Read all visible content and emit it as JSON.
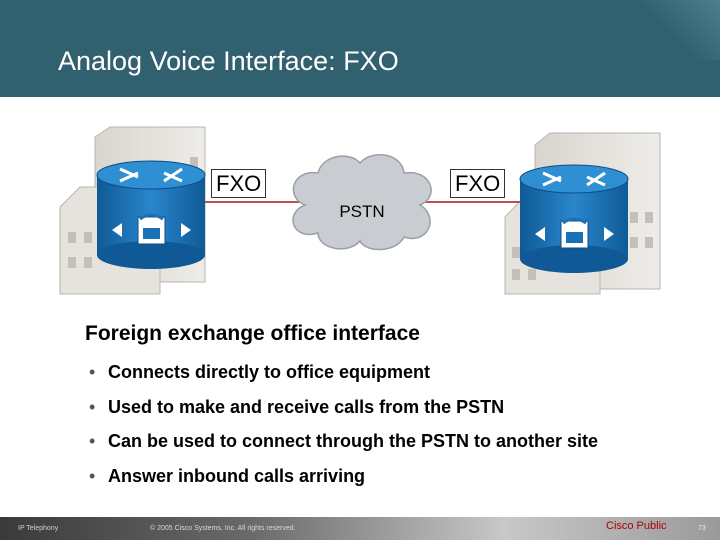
{
  "header": {
    "title": "Analog Voice Interface: FXO"
  },
  "diagram": {
    "left_port_label": "FXO",
    "right_port_label": "FXO",
    "cloud_label": "PSTN",
    "icons": [
      "building-icon",
      "router-icon",
      "phone-icon",
      "cloud-icon"
    ],
    "colors": {
      "router": "#1a72b6",
      "link": "#c0504d",
      "cloud": "#c9cdd1"
    }
  },
  "content": {
    "subtitle": "Foreign exchange office interface",
    "bullets": [
      "Connects directly to office equipment",
      "Used to make and receive calls from the PSTN",
      "Can be used to connect through the PSTN to another site",
      "Answer inbound calls arriving"
    ]
  },
  "footer": {
    "left": "IP Telephony",
    "copyright": "© 2005 Cisco Systems, Inc. All rights reserved.",
    "classification": "Cisco Public",
    "page": "73"
  },
  "colors": {
    "header_bg": "#31606e",
    "footer_red": "#b00000"
  }
}
